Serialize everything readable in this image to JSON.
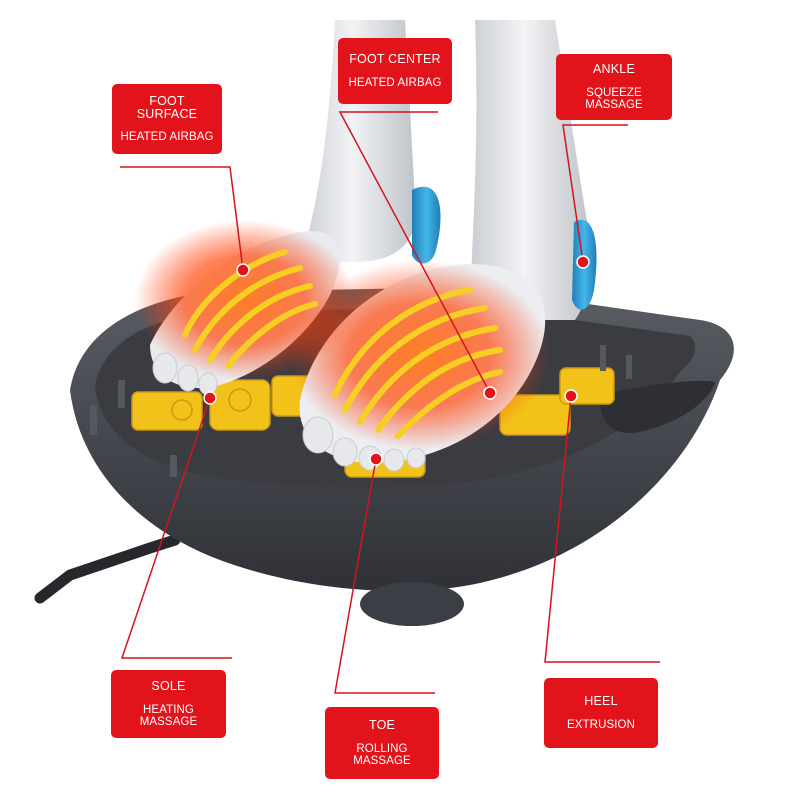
{
  "labels": {
    "foot_surface": {
      "line1": "FOOT SURFACE",
      "line2": "HEATED AIRBAG"
    },
    "foot_center": {
      "line1": "FOOT CENTER",
      "line2": "HEATED AIRBAG"
    },
    "ankle": {
      "line1": "ANKLE",
      "line2": "SQUEEZE MASSAGE"
    },
    "sole": {
      "line1": "SOLE",
      "line2": "HEATING MASSAGE"
    },
    "toe": {
      "line1": "TOE",
      "line2": "ROLLING MASSAGE"
    },
    "heel": {
      "line1": "HEEL",
      "line2": "EXTRUSION"
    }
  },
  "colors": {
    "callout_red": "#e3131b",
    "leader_red": "#d4141c",
    "massager_body": "#45484f",
    "roller_yellow": "#f2c21a",
    "airbag_glow": "#ff5a1a",
    "airbag_coil": "#f7cf22",
    "ankle_pad_blue": "#2f9fd6"
  }
}
